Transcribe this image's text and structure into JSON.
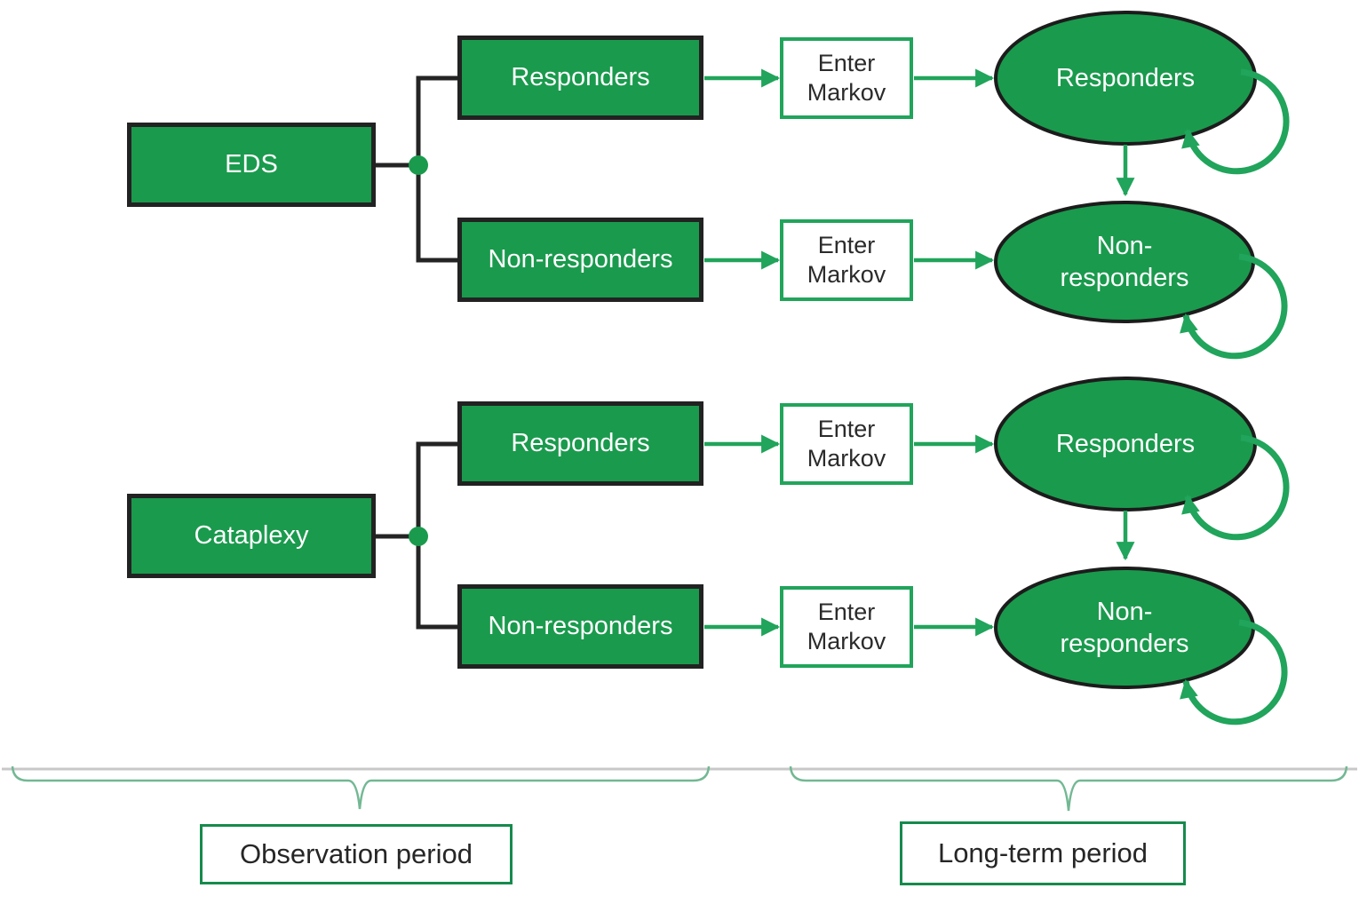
{
  "colors": {
    "state_fill_green": "#1A9A4D",
    "arrow_green": "#21A45B",
    "period_border_green": "#168A4D",
    "brace_green": "#72B893",
    "connector_black": "#242424",
    "timeline_gray": "#C8C8C8"
  },
  "tree": {
    "root_eds": "EDS",
    "root_cataplexy": "Cataplexy",
    "responders": "Responders",
    "non_responders": "Non-responders"
  },
  "markov_entry": {
    "line1": "Enter",
    "line2": "Markov"
  },
  "states": {
    "responders": "Responders",
    "non_responders_line1": "Non-",
    "non_responders_line2": "responders"
  },
  "periods": {
    "observation": "Observation period",
    "long_term": "Long-term period"
  }
}
